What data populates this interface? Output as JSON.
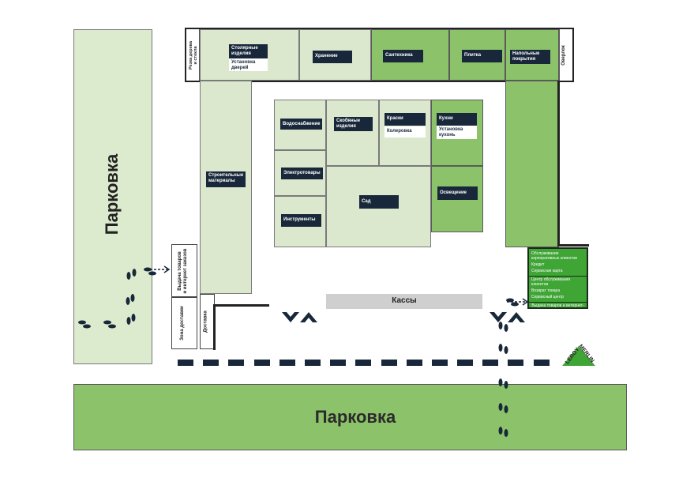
{
  "parking": {
    "left_label": "Парковка",
    "bottom_label": "Парковка"
  },
  "side": {
    "wood_cut": "Резка дерева\nи стекла",
    "pickup": "Выдача товаров\nи интернет заказов",
    "delivery_zone": "Зона доставки",
    "delivery": "Доставка",
    "overlock": "Оверлок"
  },
  "top_row": {
    "joinery": "Столярные изделия",
    "door_install": "Установка дверей",
    "storage": "Хранение",
    "plumbing": "Сантехника",
    "tiles": "Плитка",
    "flooring": "Напольные покрытия"
  },
  "left_column": {
    "building_materials": "Строительные материалы"
  },
  "center": {
    "water_supply": "Водоснабжение",
    "fasteners": "Скобяные изделия",
    "paints": "Краски",
    "tinting": "Колеровка",
    "kitchens": "Кухни",
    "kitchen_install": "Установка кухонь",
    "electrical": "Электротовары",
    "tools": "Инструменты",
    "garden": "Сад",
    "lighting": "Освещение"
  },
  "checkout": "Кассы",
  "service_panel": {
    "corporate": "Обслуживание корпоративных клиентов",
    "credit": "Кредит",
    "service_card": "Сервисная карта",
    "customer_center": "Центр обслуживания клиентов",
    "returns": "Возврат товара",
    "service_center": "Сервисный центр",
    "pickup_online": "Выдача товаров и интернет-заказов"
  },
  "brand": {
    "name_line1": "LEROY",
    "name_line2": "MERLIN",
    "color": "#3fa535"
  },
  "colors": {
    "light_zone": "#dce8cd",
    "mid_zone": "#8cc26a",
    "label_bg": "#18283a",
    "checkout_bar": "#cfcfcf"
  }
}
